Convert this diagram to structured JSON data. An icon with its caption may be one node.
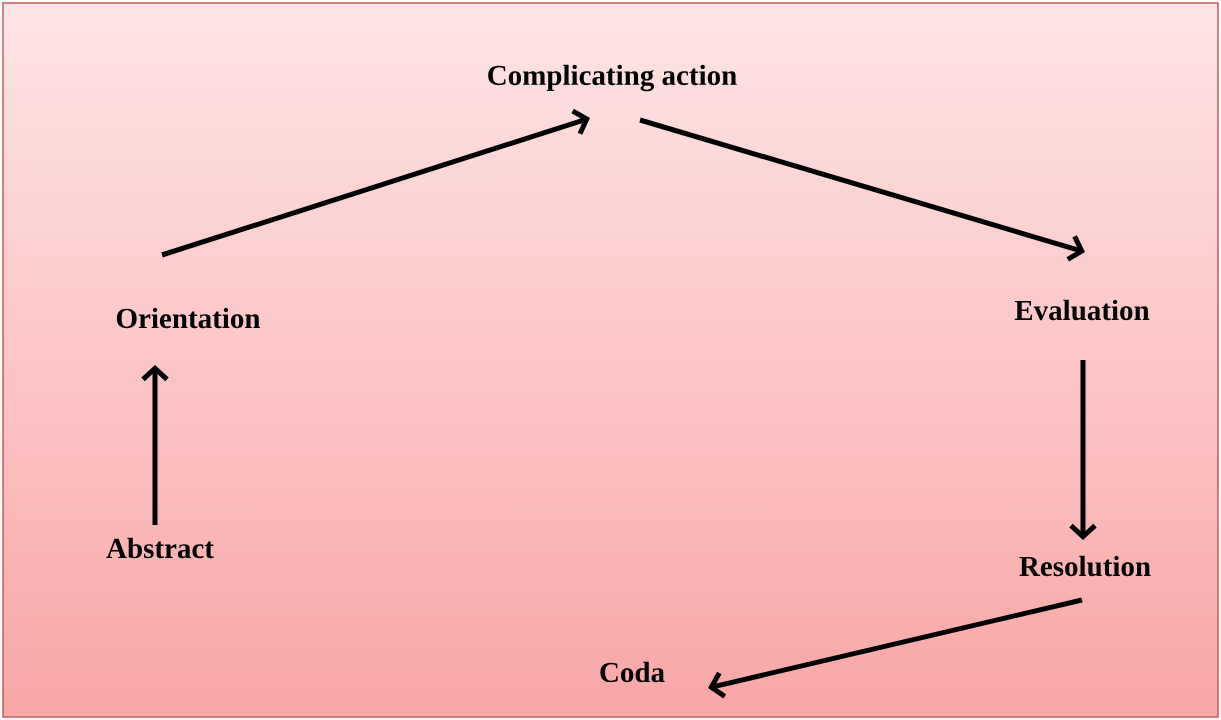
{
  "diagram": {
    "nodes": [
      {
        "text": [
          "Complicating action"
        ]
      },
      {
        "text": [
          "Orientation"
        ]
      },
      {
        "text": [
          "Evaluation"
        ]
      },
      {
        "text": [
          "Abstract"
        ]
      },
      {
        "text": [
          "Resolution"
        ]
      },
      {
        "text": [
          "Coda"
        ]
      }
    ],
    "edges": [
      {
        "from": 3,
        "to": 1,
        "arrow": "to"
      },
      {
        "from": 1,
        "to": 0,
        "arrow": "to"
      },
      {
        "from": 0,
        "to": 2,
        "arrow": "to"
      },
      {
        "from": 2,
        "to": 4,
        "arrow": "to"
      },
      {
        "from": 4,
        "to": 5,
        "arrow": "to"
      }
    ]
  }
}
